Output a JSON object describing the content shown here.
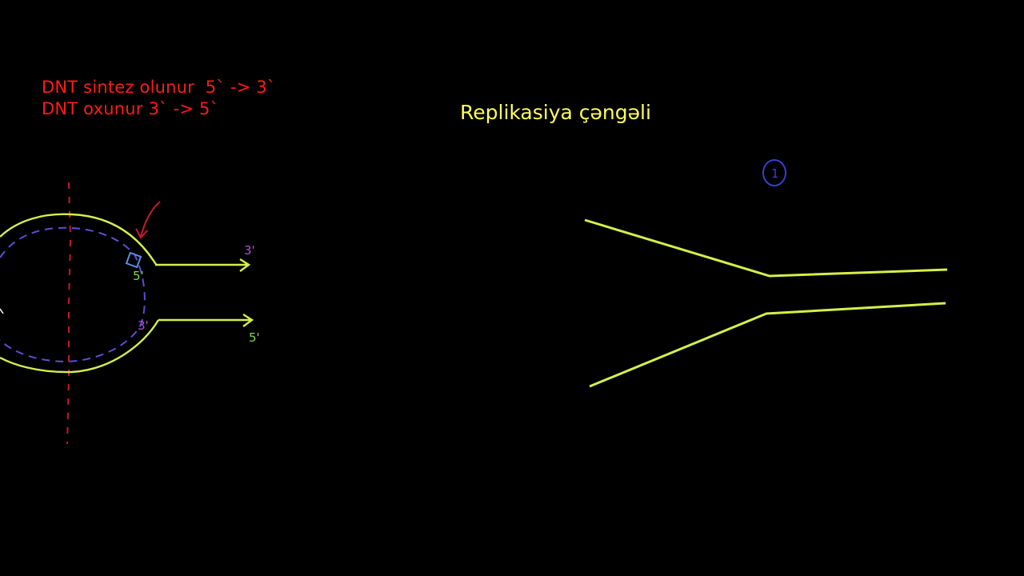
{
  "notes": {
    "synthesis": "DNT sintez olunur  5` -> 3`",
    "reading": "DNT oxunur 3` -> 5`"
  },
  "title": "Replikasiya çəngəli",
  "marks": {
    "circled_number": "1",
    "upper_three_prime": "3'",
    "upper_five_prime": "5'",
    "lower_three_prime": "3'",
    "lower_five_prime": "5'"
  },
  "colors": {
    "background": "#000000",
    "notes": "#ff1a1a",
    "title": "#ffff5a",
    "strand": "#d6ee4a",
    "inner_strand": "#5a4fd6",
    "axis": "#c8172a",
    "prime_green": "#7ed84a",
    "prime_purple": "#b04fd6"
  }
}
